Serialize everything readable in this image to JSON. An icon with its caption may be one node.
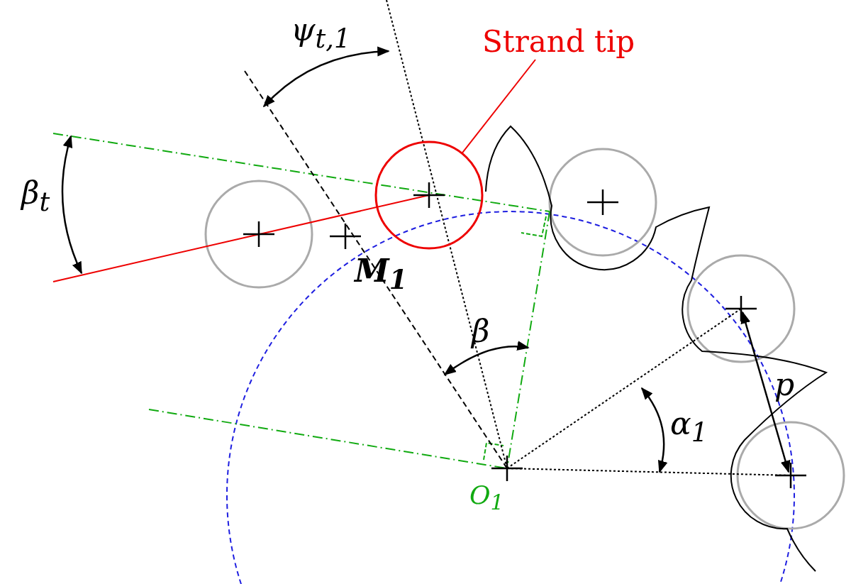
{
  "diagram": {
    "nodes": [
      {
        "text": [
          "Strand tip"
        ]
      },
      {
        "text": [],
        "shape": "circle"
      }
    ],
    "edges": [
      {
        "from": 0,
        "to": 1,
        "arrow": "none"
      }
    ],
    "labels": [
      "ψ$_{t,1}$",
      "β$_{t}$",
      "M$_{1}$",
      "β",
      "α$_{1}$",
      "p",
      "O$_{1}$"
    ]
  }
}
